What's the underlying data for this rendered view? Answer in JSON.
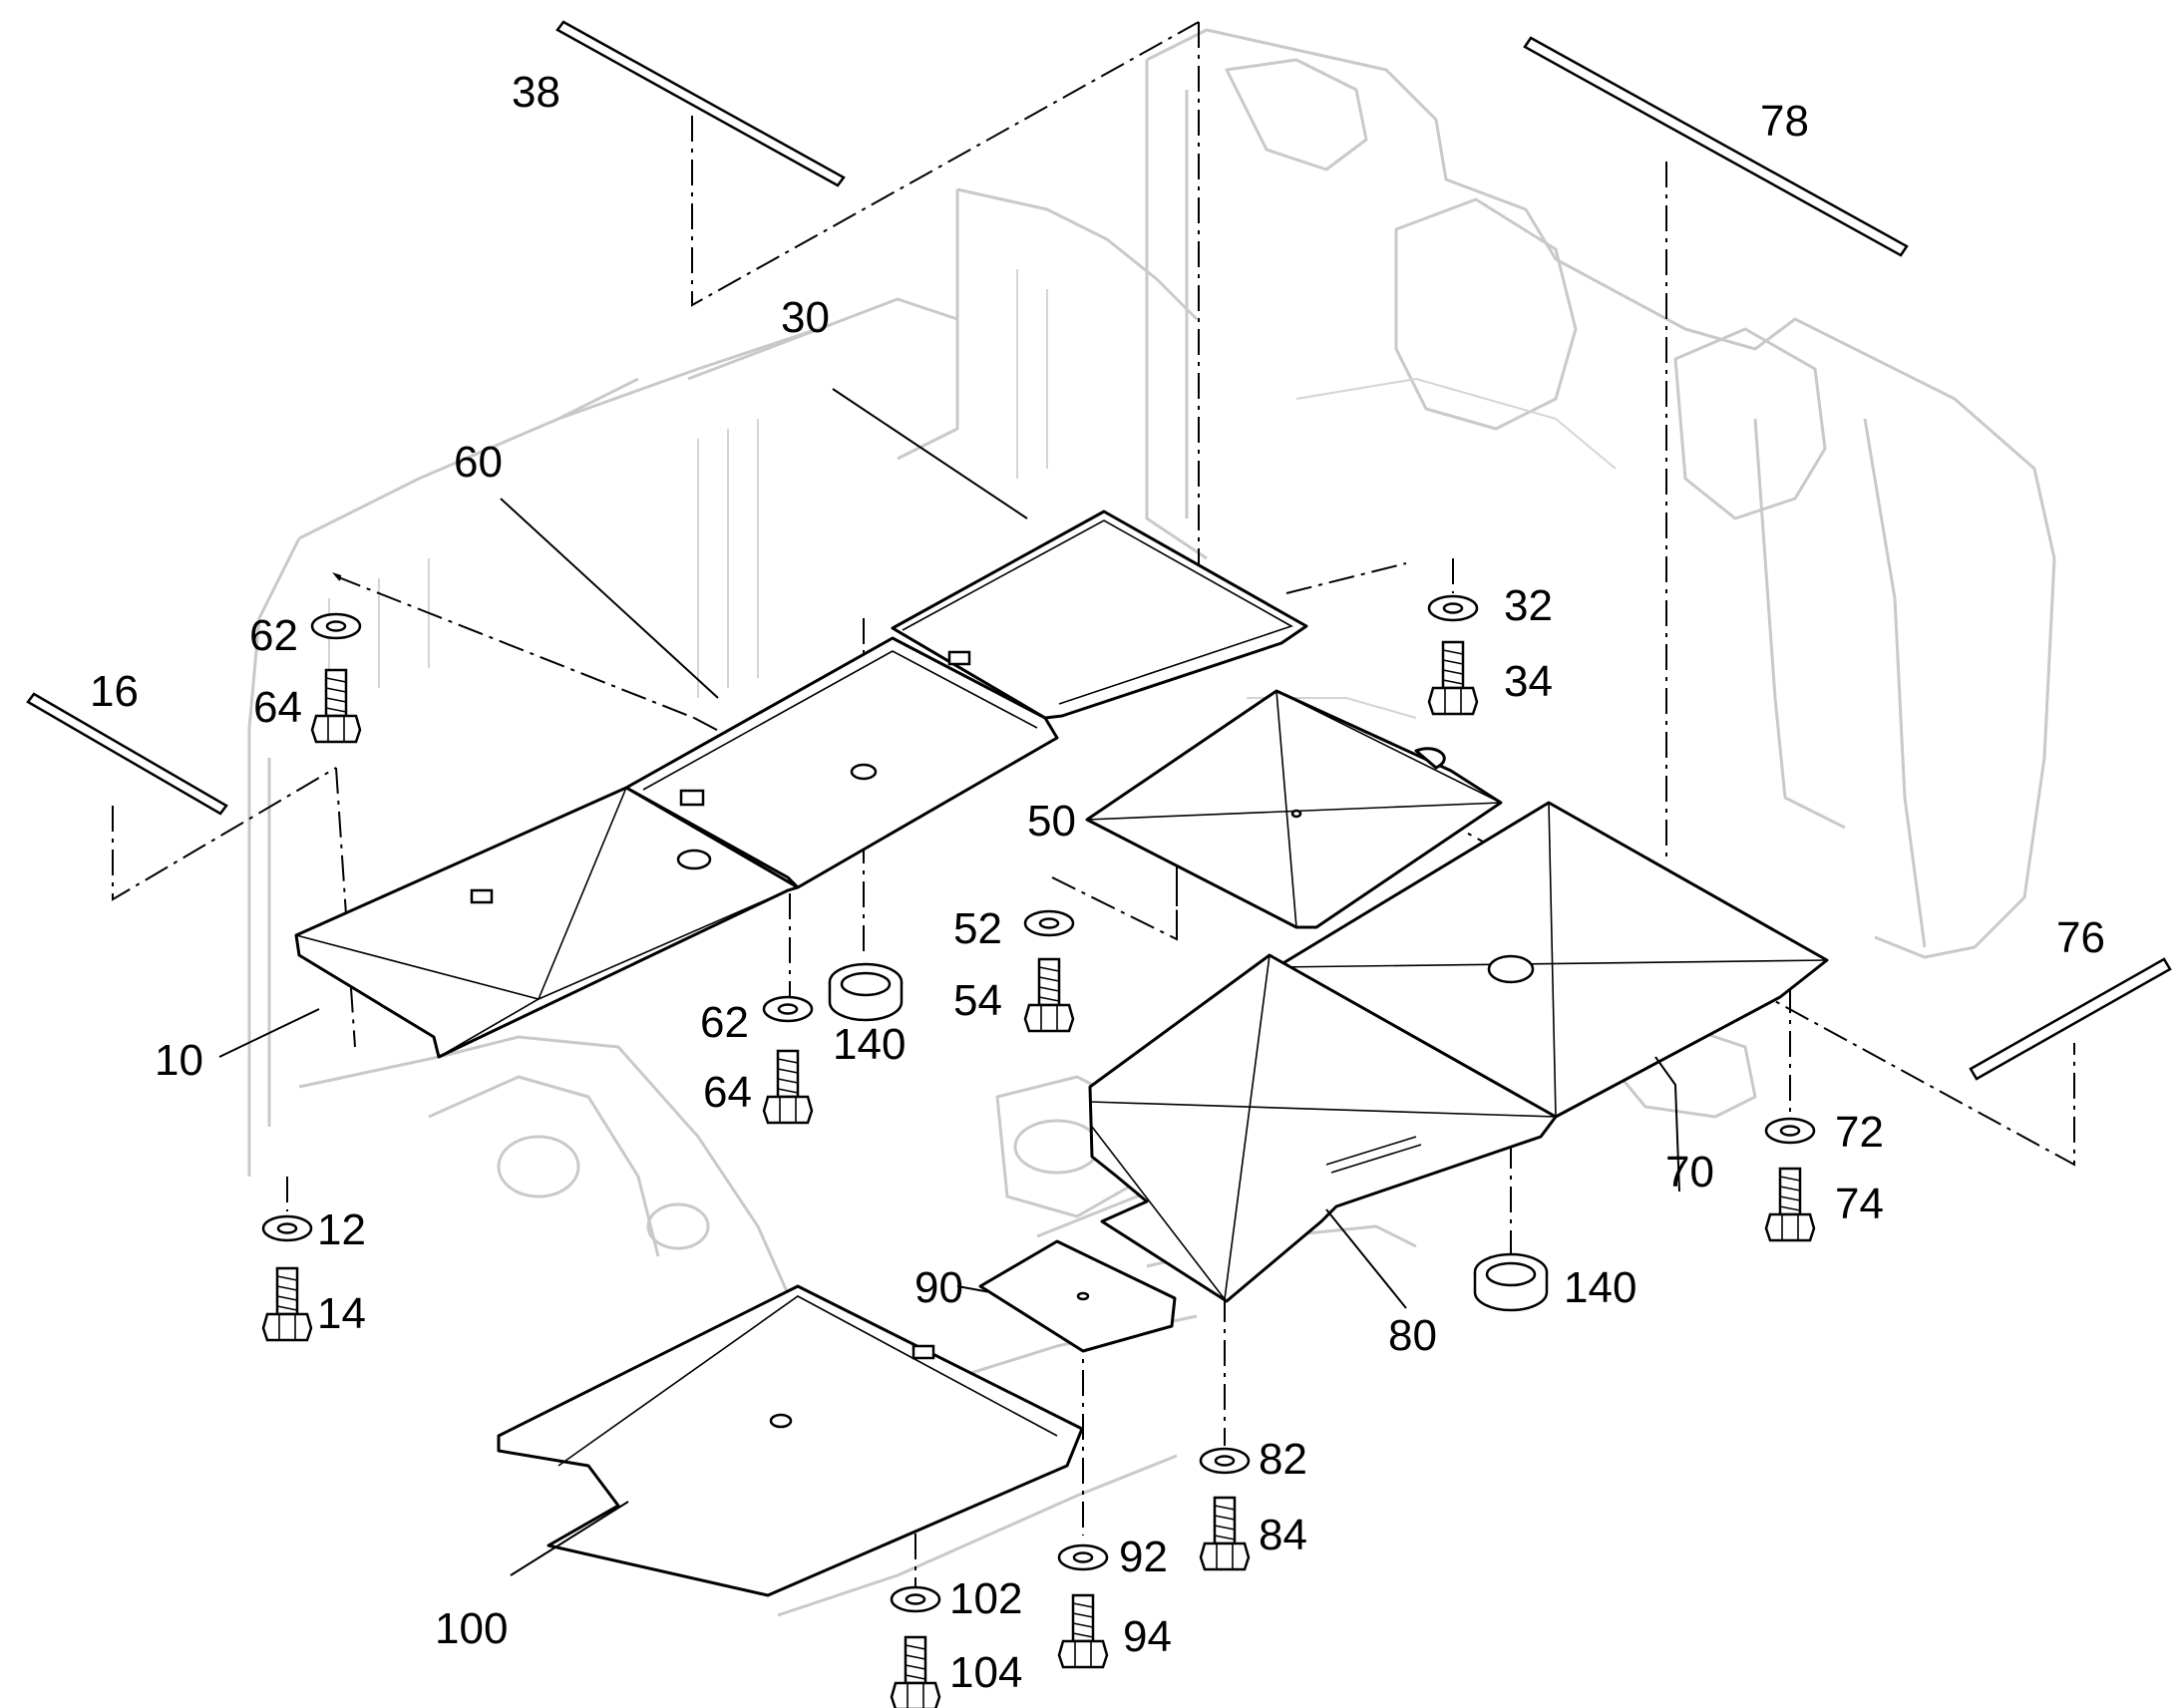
{
  "diagram": {
    "callouts": {
      "c10": "10",
      "c12": "12",
      "c14": "14",
      "c16": "16",
      "c30": "30",
      "c32": "32",
      "c34": "34",
      "c38": "38",
      "c50": "50",
      "c52": "52",
      "c54": "54",
      "c60": "60",
      "c62a": "62",
      "c62b": "62",
      "c64a": "64",
      "c64b": "64",
      "c70": "70",
      "c72": "72",
      "c74": "74",
      "c76": "76",
      "c78": "78",
      "c80": "80",
      "c82": "82",
      "c84": "84",
      "c90": "90",
      "c92": "92",
      "c94": "94",
      "c100": "100",
      "c102": "102",
      "c104": "104",
      "c140a": "140",
      "c140b": "140"
    }
  }
}
